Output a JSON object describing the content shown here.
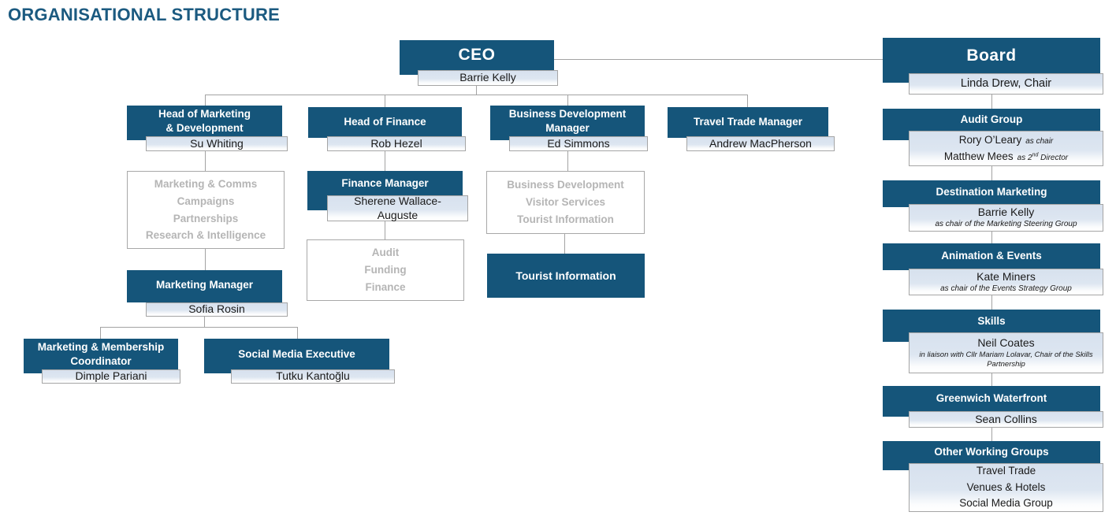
{
  "page_title": "ORGANISATIONAL STRUCTURE",
  "palette": {
    "accent_teal": "#15557a",
    "title_blue": "#1b5a80",
    "connector_grey": "#a3a3a3",
    "ghost_text_grey": "#b5b5b5",
    "plate_blue": "#dde6f1"
  },
  "nodes": {
    "ceo": {
      "title": "CEO",
      "person": "Barrie Kelly"
    },
    "board": {
      "title": "Board",
      "person": "Linda Drew, Chair"
    },
    "head_marketing": {
      "title": "Head of Marketing\n& Development",
      "person": "Su Whiting"
    },
    "head_finance": {
      "title": "Head of Finance",
      "person": "Rob Hezel"
    },
    "business_dev_manager": {
      "title": "Business Development\nManager",
      "person": "Ed Simmons"
    },
    "travel_trade_manager": {
      "title": "Travel Trade Manager",
      "person": "Andrew MacPherson"
    },
    "marketing_functions": {
      "lines": [
        "Marketing & Comms",
        "Campaigns",
        "Partnerships",
        "Research & Intelligence"
      ]
    },
    "finance_manager": {
      "title": "Finance Manager",
      "person": "Sherene Wallace-\nAuguste"
    },
    "finance_functions": {
      "lines": [
        "Audit",
        "Funding",
        "Finance"
      ]
    },
    "bd_functions": {
      "lines": [
        "Business Development",
        "Visitor Services",
        "Tourist Information"
      ]
    },
    "tourist_information": {
      "title": "Tourist Information"
    },
    "marketing_manager": {
      "title": "Marketing Manager",
      "person": "Sofia Rosin"
    },
    "marketing_membership_coordinator": {
      "title": "Marketing & Membership\nCoordinator",
      "person": "Dimple Pariani"
    },
    "social_media_executive": {
      "title": "Social Media Executive",
      "person": "Tutku Kantoğlu"
    },
    "audit_group": {
      "title": "Audit Group",
      "members": [
        {
          "name": "Rory O’Leary",
          "note": "as chair"
        },
        {
          "name": "Matthew Mees",
          "note_pre": "as 2",
          "note_sup": "nd",
          "note_post": " Director"
        }
      ]
    },
    "destination_marketing": {
      "title": "Destination Marketing",
      "person": "Barrie Kelly",
      "note": "as chair of the Marketing Steering Group"
    },
    "animation_events": {
      "title": "Animation & Events",
      "person": "Kate Miners",
      "note": "as chair of the Events Strategy Group"
    },
    "skills": {
      "title": "Skills",
      "person": "Neil Coates",
      "note": "in liaison with Cllr Mariam Lolavar, Chair of the Skills Partnership"
    },
    "greenwich_waterfront": {
      "title": "Greenwich Waterfront",
      "person": "Sean Collins"
    },
    "other_working_groups": {
      "title": "Other Working Groups",
      "lines": [
        "Travel Trade",
        "Venues & Hotels",
        "Social Media Group"
      ]
    }
  }
}
